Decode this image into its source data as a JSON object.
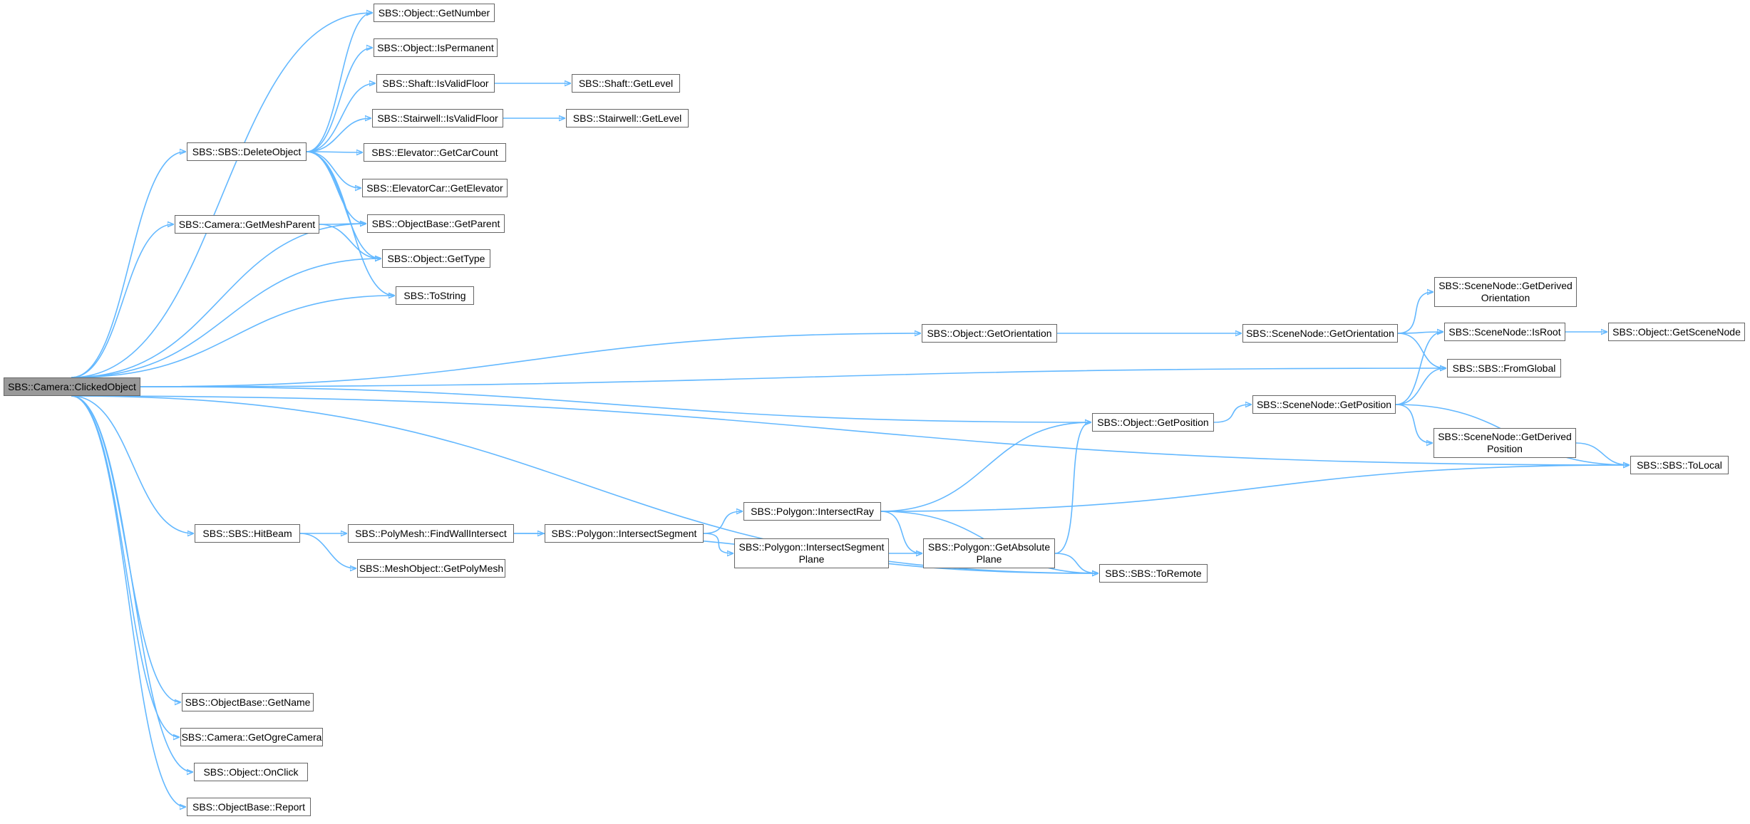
{
  "nodes": {
    "clicked_object": {
      "lines": [
        "SBS::Camera::ClickedObject"
      ]
    },
    "get_number": {
      "lines": [
        "SBS::Object::GetNumber"
      ]
    },
    "is_permanent": {
      "lines": [
        "SBS::Object::IsPermanent"
      ]
    },
    "shaft_is_valid_floor": {
      "lines": [
        "SBS::Shaft::IsValidFloor"
      ]
    },
    "shaft_get_level": {
      "lines": [
        "SBS::Shaft::GetLevel"
      ]
    },
    "stairwell_is_valid_floor": {
      "lines": [
        "SBS::Stairwell::IsValidFloor"
      ]
    },
    "stairwell_get_level": {
      "lines": [
        "SBS::Stairwell::GetLevel"
      ]
    },
    "delete_object": {
      "lines": [
        "SBS::SBS::DeleteObject"
      ]
    },
    "get_car_count": {
      "lines": [
        "SBS::Elevator::GetCarCount"
      ]
    },
    "get_elevator": {
      "lines": [
        "SBS::ElevatorCar::GetElevator"
      ]
    },
    "get_mesh_parent": {
      "lines": [
        "SBS::Camera::GetMeshParent"
      ]
    },
    "get_parent": {
      "lines": [
        "SBS::ObjectBase::GetParent"
      ]
    },
    "get_type": {
      "lines": [
        "SBS::Object::GetType"
      ]
    },
    "to_string": {
      "lines": [
        "SBS::ToString"
      ]
    },
    "scenenode_get_derived_orientation": {
      "lines": [
        "SBS::SceneNode::GetDerived",
        "Orientation"
      ]
    },
    "object_get_orientation": {
      "lines": [
        "SBS::Object::GetOrientation"
      ]
    },
    "scenenode_get_orientation": {
      "lines": [
        "SBS::SceneNode::GetOrientation"
      ]
    },
    "scenenode_is_root": {
      "lines": [
        "SBS::SceneNode::IsRoot"
      ]
    },
    "object_get_scene_node": {
      "lines": [
        "SBS::Object::GetSceneNode"
      ]
    },
    "from_global": {
      "lines": [
        "SBS::SBS::FromGlobal"
      ]
    },
    "scenenode_get_position": {
      "lines": [
        "SBS::SceneNode::GetPosition"
      ]
    },
    "object_get_position": {
      "lines": [
        "SBS::Object::GetPosition"
      ]
    },
    "scenenode_get_derived_position": {
      "lines": [
        "SBS::SceneNode::GetDerived",
        "Position"
      ]
    },
    "to_local": {
      "lines": [
        "SBS::SBS::ToLocal"
      ]
    },
    "polygon_intersect_ray": {
      "lines": [
        "SBS::Polygon::IntersectRay"
      ]
    },
    "hit_beam": {
      "lines": [
        "SBS::SBS::HitBeam"
      ]
    },
    "find_wall_intersect": {
      "lines": [
        "SBS::PolyMesh::FindWallIntersect"
      ]
    },
    "polygon_intersect_segment": {
      "lines": [
        "SBS::Polygon::IntersectSegment"
      ]
    },
    "polygon_intersect_segment_plane": {
      "lines": [
        "SBS::Polygon::IntersectSegment",
        "Plane"
      ]
    },
    "polygon_get_absolute_plane": {
      "lines": [
        "SBS::Polygon::GetAbsolute",
        "Plane"
      ]
    },
    "get_poly_mesh": {
      "lines": [
        "SBS::MeshObject::GetPolyMesh"
      ]
    },
    "to_remote": {
      "lines": [
        "SBS::SBS::ToRemote"
      ]
    },
    "get_name": {
      "lines": [
        "SBS::ObjectBase::GetName"
      ]
    },
    "get_ogre_camera": {
      "lines": [
        "SBS::Camera::GetOgreCamera"
      ]
    },
    "on_click": {
      "lines": [
        "SBS::Object::OnClick"
      ]
    },
    "report": {
      "lines": [
        "SBS::ObjectBase::Report"
      ]
    }
  },
  "edges": [
    [
      "clicked_object",
      "get_number"
    ],
    [
      "clicked_object",
      "delete_object"
    ],
    [
      "clicked_object",
      "get_parent"
    ],
    [
      "clicked_object",
      "get_mesh_parent"
    ],
    [
      "clicked_object",
      "get_type"
    ],
    [
      "clicked_object",
      "to_string"
    ],
    [
      "clicked_object",
      "object_get_orientation"
    ],
    [
      "clicked_object",
      "from_global"
    ],
    [
      "clicked_object",
      "object_get_position"
    ],
    [
      "clicked_object",
      "hit_beam"
    ],
    [
      "clicked_object",
      "to_remote"
    ],
    [
      "clicked_object",
      "to_local"
    ],
    [
      "clicked_object",
      "get_name"
    ],
    [
      "clicked_object",
      "get_ogre_camera"
    ],
    [
      "clicked_object",
      "on_click"
    ],
    [
      "clicked_object",
      "report"
    ],
    [
      "delete_object",
      "get_number"
    ],
    [
      "delete_object",
      "is_permanent"
    ],
    [
      "delete_object",
      "shaft_is_valid_floor"
    ],
    [
      "delete_object",
      "stairwell_is_valid_floor"
    ],
    [
      "delete_object",
      "get_car_count"
    ],
    [
      "delete_object",
      "get_elevator"
    ],
    [
      "delete_object",
      "get_parent"
    ],
    [
      "delete_object",
      "get_type"
    ],
    [
      "delete_object",
      "to_string"
    ],
    [
      "shaft_is_valid_floor",
      "shaft_get_level"
    ],
    [
      "stairwell_is_valid_floor",
      "stairwell_get_level"
    ],
    [
      "get_mesh_parent",
      "get_parent"
    ],
    [
      "get_mesh_parent",
      "get_type"
    ],
    [
      "object_get_orientation",
      "scenenode_get_orientation"
    ],
    [
      "scenenode_get_orientation",
      "scenenode_get_derived_orientation"
    ],
    [
      "scenenode_get_orientation",
      "scenenode_is_root"
    ],
    [
      "scenenode_get_orientation",
      "from_global"
    ],
    [
      "scenenode_is_root",
      "object_get_scene_node"
    ],
    [
      "object_get_position",
      "scenenode_get_position"
    ],
    [
      "scenenode_get_position",
      "scenenode_is_root"
    ],
    [
      "scenenode_get_position",
      "from_global"
    ],
    [
      "scenenode_get_position",
      "scenenode_get_derived_position"
    ],
    [
      "scenenode_get_position",
      "to_local"
    ],
    [
      "scenenode_get_derived_position",
      "to_local"
    ],
    [
      "hit_beam",
      "find_wall_intersect"
    ],
    [
      "hit_beam",
      "get_poly_mesh"
    ],
    [
      "find_wall_intersect",
      "polygon_intersect_segment"
    ],
    [
      "find_wall_intersect",
      "to_remote"
    ],
    [
      "polygon_intersect_segment",
      "polygon_intersect_ray"
    ],
    [
      "polygon_intersect_segment",
      "polygon_intersect_segment_plane"
    ],
    [
      "polygon_intersect_segment_plane",
      "polygon_get_absolute_plane"
    ],
    [
      "polygon_intersect_ray",
      "object_get_position"
    ],
    [
      "polygon_intersect_ray",
      "to_local"
    ],
    [
      "polygon_intersect_ray",
      "polygon_get_absolute_plane"
    ],
    [
      "polygon_intersect_ray",
      "to_remote"
    ],
    [
      "polygon_get_absolute_plane",
      "object_get_position"
    ],
    [
      "polygon_get_absolute_plane",
      "to_remote"
    ]
  ],
  "colors": {
    "edge": "#63b8ff",
    "node_border": "#666666",
    "node_fill": "#ffffff",
    "root_fill": "#999999"
  }
}
